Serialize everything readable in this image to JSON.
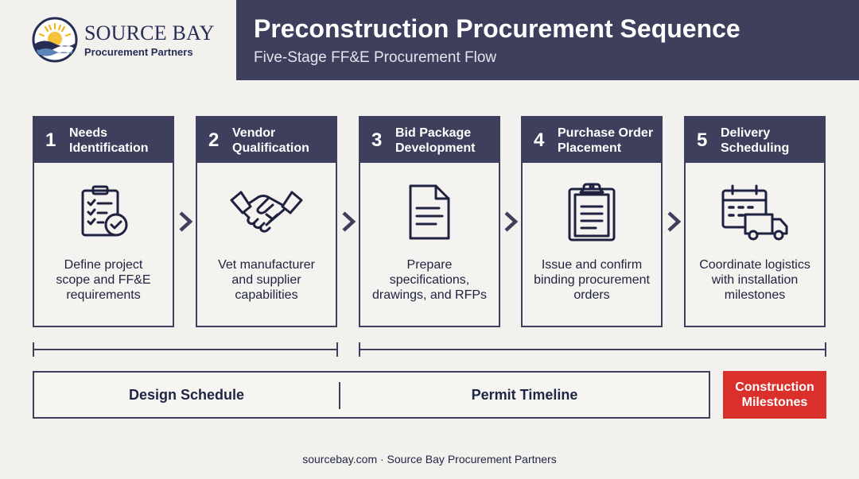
{
  "brand": {
    "name": "SOURCE BAY",
    "tagline": "Procurement Partners",
    "logo_icon": "sun-over-waves-logo"
  },
  "header": {
    "title": "Preconstruction Procurement Sequence",
    "subtitle": "Five-Stage FF&E Procurement Flow"
  },
  "stages": [
    {
      "number": "1",
      "title_line1": "Needs",
      "title_line2": "Identification",
      "icon": "clipboard-check-icon",
      "desc_line1": "Define project",
      "desc_line2": "scope and FF&E",
      "desc_line3": "requirements"
    },
    {
      "number": "2",
      "title_line1": "Vendor",
      "title_line2": "Qualification",
      "icon": "handshake-icon",
      "desc_line1": "Vet manufacturer",
      "desc_line2": "and supplier",
      "desc_line3": "capabilities"
    },
    {
      "number": "3",
      "title_line1": "Bid Package",
      "title_line2": "Development",
      "icon": "document-icon",
      "desc_line1": "Prepare",
      "desc_line2": "specifications,",
      "desc_line3": "drawings, and RFPs"
    },
    {
      "number": "4",
      "title_line1": "Purchase Order",
      "title_line2": "Placement",
      "icon": "clipboard-list-icon",
      "desc_line1": "Issue and confirm",
      "desc_line2": "binding procurement",
      "desc_line3": "orders"
    },
    {
      "number": "5",
      "title_line1": "Delivery",
      "title_line2": "Scheduling",
      "icon": "calendar-truck-icon",
      "desc_line1": "Coordinate logistics",
      "desc_line2": "with installation",
      "desc_line3": "milestones"
    }
  ],
  "schedule": {
    "design": "Design Schedule",
    "permit": "Permit Timeline",
    "construction_line1": "Construction",
    "construction_line2": "Milestones"
  },
  "colors": {
    "navy": "#3d3f5c",
    "accent_red": "#d9302b",
    "background": "#f2f1ed"
  },
  "footer": "sourcebay.com · Source Bay Procurement Partners"
}
